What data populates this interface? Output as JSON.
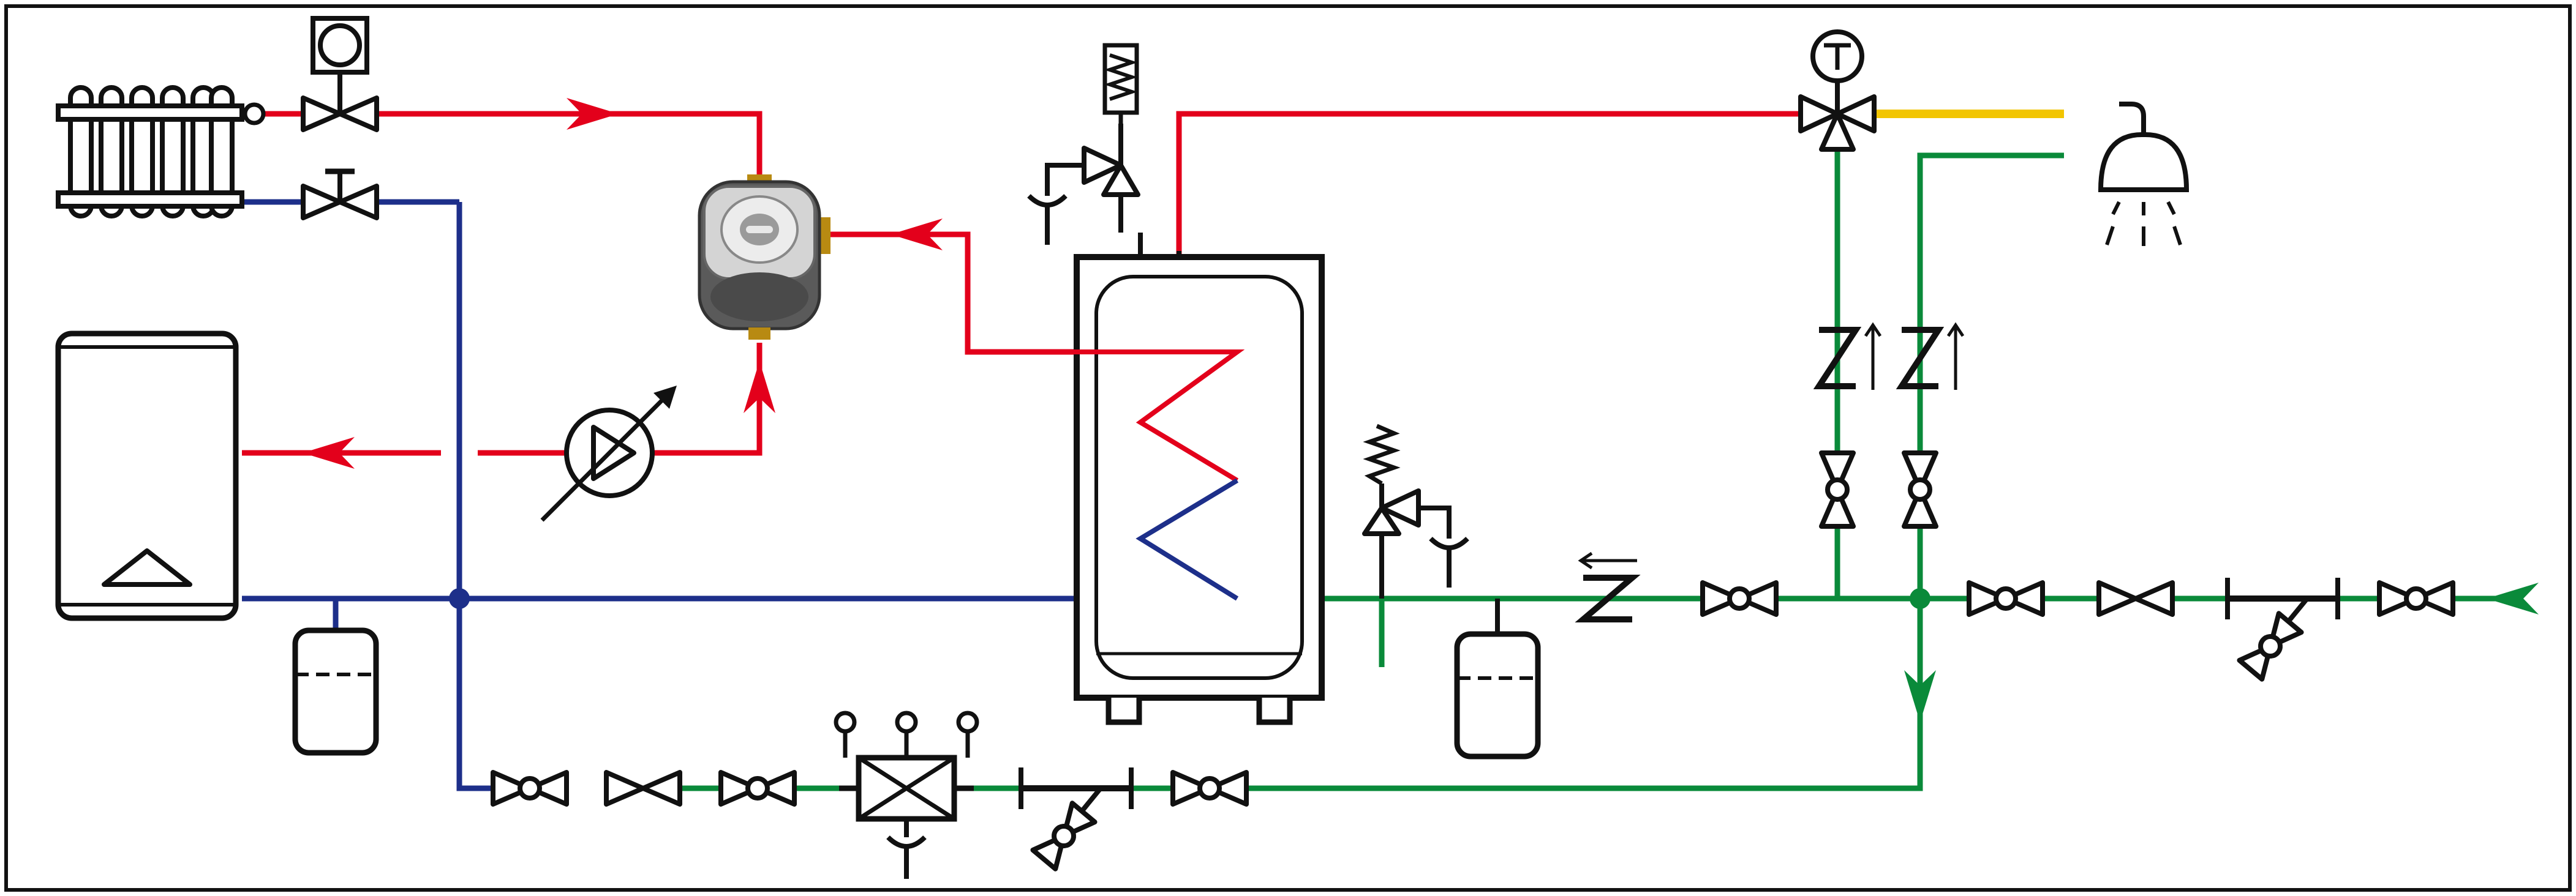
{
  "diagram": {
    "type": "hydraulic-schematic",
    "line_colors": {
      "heating_supply": "#e3001b",
      "heating_return": "#1d2f8a",
      "cold_water": "#0a8a3a",
      "hot_water": "#f2c500",
      "symbol_stroke": "#111111",
      "frame": "#111111"
    },
    "components": [
      {
        "id": "radiator",
        "icon": "radiator-icon"
      },
      {
        "id": "thermostatic-radiator-valve",
        "icon": "thermostatic-valve-icon"
      },
      {
        "id": "radiator-lockshield-valve",
        "icon": "lockshield-valve-icon"
      },
      {
        "id": "boiler",
        "icon": "boiler-icon"
      },
      {
        "id": "circulation-pump",
        "icon": "variable-speed-pump-icon"
      },
      {
        "id": "diverter-valve-actuator",
        "icon": "motorized-diverter-valve-icon"
      },
      {
        "id": "heating-expansion-vessel",
        "icon": "expansion-vessel-icon"
      },
      {
        "id": "indirect-hot-water-cylinder",
        "icon": "cylinder-with-coil-icon"
      },
      {
        "id": "tank-safety-relief-valve",
        "icon": "relief-valve-icon"
      },
      {
        "id": "cold-inlet-safety-valve",
        "icon": "relief-valve-icon"
      },
      {
        "id": "dhw-expansion-vessel",
        "icon": "expansion-vessel-icon"
      },
      {
        "id": "thermostatic-mixing-valve",
        "icon": "thermostatic-mixing-valve-icon"
      },
      {
        "id": "shower-head",
        "icon": "shower-icon"
      },
      {
        "id": "check-valve",
        "icon": "check-valve-icon"
      },
      {
        "id": "shut-off-valve",
        "icon": "ball-valve-icon"
      },
      {
        "id": "pressure-reducing-valve",
        "icon": "pressure-reducer-icon"
      },
      {
        "id": "strainer-filter",
        "icon": "y-strainer-icon"
      },
      {
        "id": "filling-unit",
        "icon": "backflow-preventer-icon"
      },
      {
        "id": "mains-cold-inlet",
        "icon": "inlet-arrow-icon"
      }
    ]
  }
}
